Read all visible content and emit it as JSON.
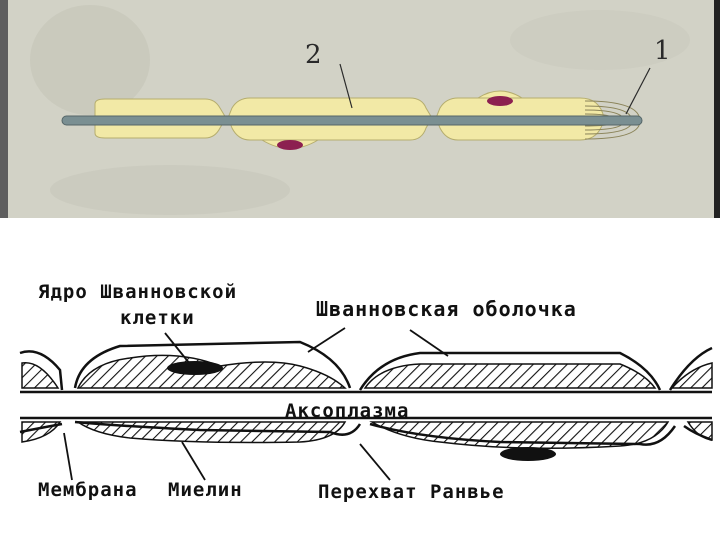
{
  "top_figure": {
    "labels": [
      "2",
      "1"
    ]
  },
  "bottom_figure": {
    "label_nucleus_line1": "Ядро Шванновской",
    "label_nucleus_line2": "клетки",
    "label_sheath": "Шванновская оболочка",
    "label_axoplasm": "Аксоплазма",
    "label_membrane": "Мембрана",
    "label_myelin": "Миелин",
    "label_node": "Перехват Ранвье"
  },
  "colors": {
    "top_background": "#d2d2c6",
    "left_bar": "#5e5e5e",
    "right_bar": "#222222",
    "myelin_fill": "#f2e9a6",
    "axon": "#7a8f92",
    "nucleus": "#8c2050"
  }
}
